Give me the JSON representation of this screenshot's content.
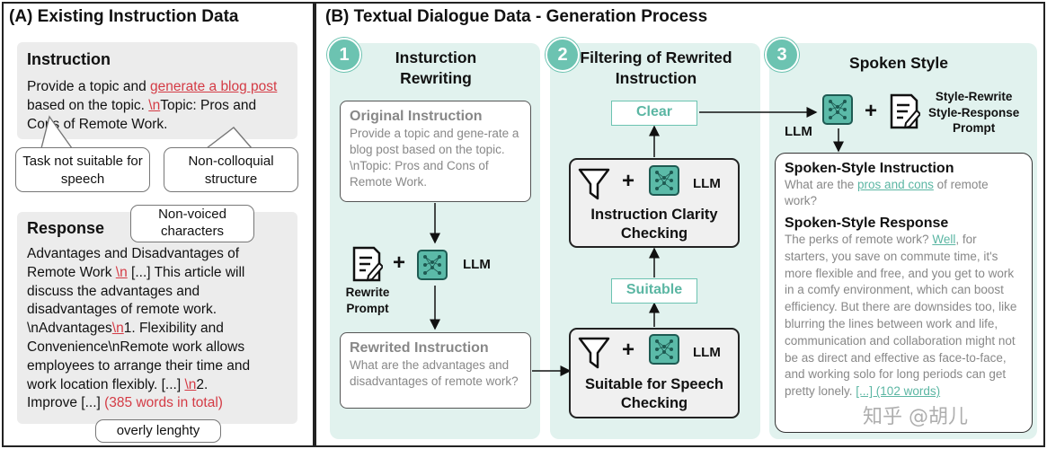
{
  "panel_a": {
    "title": "(A) Existing Instruction Data",
    "instruction": {
      "heading": "Instruction",
      "text_1": "Provide a topic and ",
      "highlight_1": "generate a blog post",
      "text_2": " based on the topic. ",
      "highlight_2": "\\n",
      "text_3": "Topic: Pros and Cons of Remote Work."
    },
    "callouts": {
      "task_not_suitable": "Task not suitable for speech",
      "non_colloquial": "Non-colloquial structure",
      "non_voiced": "Non-voiced characters",
      "overly_lengthy": "overly lenghty"
    },
    "response": {
      "heading": "Response",
      "line_1": "Advantages and Disadvantages of",
      "line_2a": "Remote Work ",
      "line_2b": "\\n",
      "line_2c": " [...] This article will",
      "line_3": "discuss the advantages and",
      "line_4": "disadvantages of remote work.",
      "line_5a": "\\nAdvantages",
      "line_5b": "\\n",
      "line_5c": "1. Flexibility and",
      "line_6": "Convenience\\nRemote work allows",
      "line_7": "employees to arrange their time and",
      "line_8a": "work location flexibly. [...]  ",
      "line_8b": "\\n",
      "line_8c": "2.",
      "line_9a": "Improve [...] ",
      "line_9b": "(385 words in total)"
    }
  },
  "panel_b": {
    "title": "(B) Textual Dialogue Data - Generation Process",
    "step1": {
      "num": "1",
      "title": "Insturction Rewriting",
      "original": {
        "heading": "Original Instruction",
        "text": "Provide a topic and gene-rate a blog post based on the topic. \\nTopic: Pros and Cons of Remote Work."
      },
      "rewrite_prompt": "Rewrite Prompt",
      "llm": "LLM",
      "rewrited": {
        "heading": "Rewrited Instruction",
        "text": "What are the advantages and disadvantages of remote work?"
      }
    },
    "step2": {
      "num": "2",
      "title": "Filtering of Rewrited Instruction",
      "clear": "Clear",
      "clarity_check": "Instruction Clarity Checking",
      "suitable": "Suitable",
      "speech_check": "Suitable for Speech Checking",
      "llm": "LLM"
    },
    "step3": {
      "num": "3",
      "title": "Spoken Style",
      "llm": "LLM",
      "style_rewrite": "Style-Rewrite",
      "style_response": "Style-Response",
      "prompt": "Prompt",
      "instr_heading": "Spoken-Style Instruction",
      "instr_1": "What are the ",
      "instr_hl": "pros and cons",
      "instr_2": " of remote work?",
      "resp_heading": "Spoken-Style Response",
      "resp_1": "The perks of remote work? ",
      "resp_hl": "Well",
      "resp_2": ", for starters, you save on commute time, it's more flexible and free, and you get to work in a comfy environment, which can boost efficiency. But there are downsides too, like blurring the lines between work and life, communication and collaboration might not be as direct and effective as face-to-face, and working solo for long periods can get pretty lonely. ",
      "resp_hl2": "[...] (102 words)"
    },
    "watermark": "知乎 @胡儿"
  },
  "colors": {
    "teal": "#6cc3b1",
    "teal_bg": "#e1f2ee",
    "red": "#d43b45",
    "gray_bg": "#ececec"
  }
}
